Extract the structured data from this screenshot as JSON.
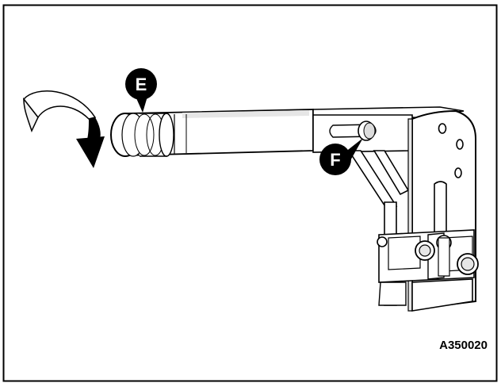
{
  "figure": {
    "id": "A350020",
    "callouts": [
      {
        "letter": "E"
      },
      {
        "letter": "F"
      }
    ]
  },
  "colors": {
    "line": "#000000",
    "fill": "#ffffff",
    "shade": "#e6e6e6",
    "shade_dark": "#b8b8b8"
  },
  "icons": [
    "rotation-arrow-icon"
  ]
}
